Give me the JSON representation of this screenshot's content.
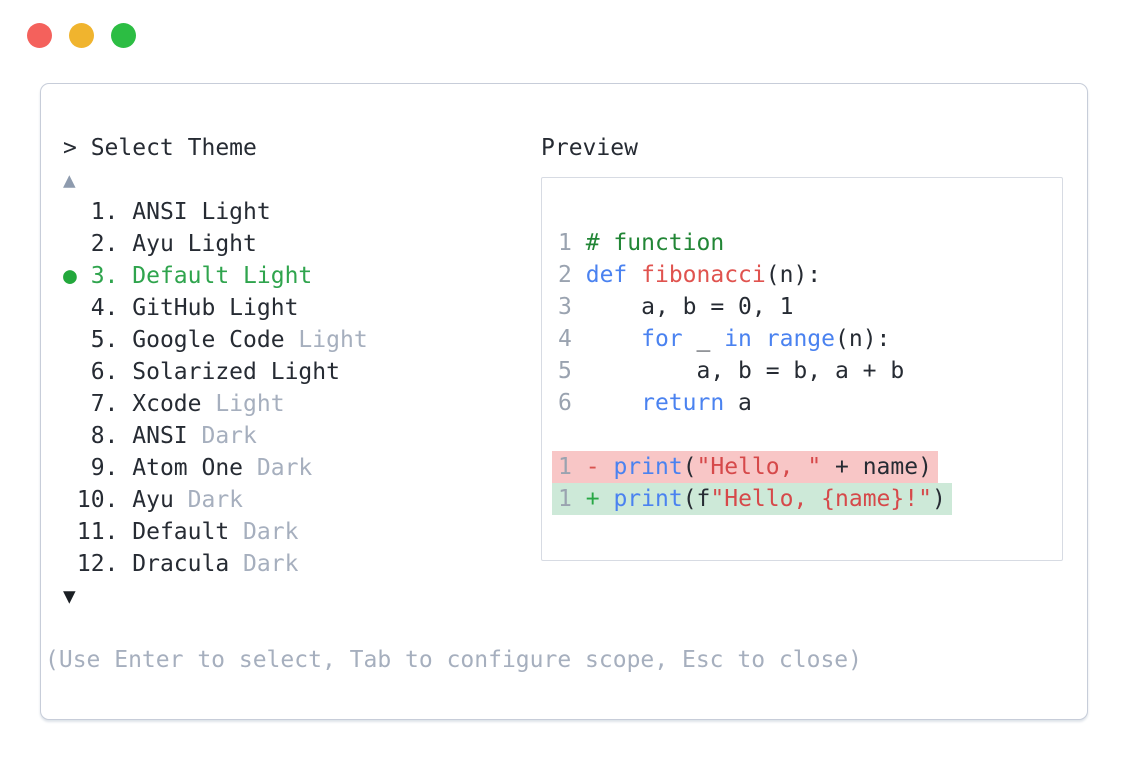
{
  "colors": {
    "traffic_red": "#f4615c",
    "traffic_yellow": "#f0b42e",
    "traffic_green": "#2cbd43",
    "text_dark": "#262b33",
    "muted": "#a6afbe",
    "line_number": "#9aa3b0",
    "arrow_up": "#8e9bae",
    "arrow_down": "#1b1f24",
    "selected_green": "#2fa44d",
    "bullet_green": "#23a83c",
    "kw_blue": "#4a82f0",
    "fn_red": "#e0534f",
    "str_red": "#d6494a",
    "comment_green": "#228636",
    "diff_del_bg": "#f8c6c6",
    "diff_add_bg": "#cde9d8",
    "diff_del_sign": "#d9534f",
    "diff_add_sign": "#28a745",
    "panel_border": "#c7cdd9",
    "box_border": "#d7dbe3"
  },
  "dialog": {
    "prompt": "> Select Theme",
    "hint": "(Use Enter to select, Tab to configure scope, Esc to close)",
    "scroll_up_glyph": "▲",
    "scroll_down_glyph": "▼",
    "selected_bullet": "●"
  },
  "theme_list": {
    "items": [
      {
        "num": "1",
        "name": "ANSI Light"
      },
      {
        "num": "2",
        "name": "Ayu Light"
      },
      {
        "num": "3",
        "name": "Default Light",
        "selected": true
      },
      {
        "num": "4",
        "name": "GitHub Light"
      },
      {
        "num": "5",
        "name": "Google Code",
        "muted": "Light"
      },
      {
        "num": "6",
        "name": "Solarized Light"
      },
      {
        "num": "7",
        "name": "Xcode",
        "muted": "Light"
      },
      {
        "num": "8",
        "name": "ANSI",
        "muted": "Dark"
      },
      {
        "num": "9",
        "name": "Atom One",
        "muted": "Dark"
      },
      {
        "num": "10",
        "name": "Ayu",
        "muted": "Dark"
      },
      {
        "num": "11",
        "name": "Default",
        "muted": "Dark"
      },
      {
        "num": "12",
        "name": "Dracula",
        "muted": "Dark"
      }
    ]
  },
  "preview": {
    "label": "Preview",
    "lines": [
      {
        "n": "1",
        "segs": [
          [
            "# function",
            "c-comment"
          ]
        ]
      },
      {
        "n": "2",
        "segs": [
          [
            "def",
            "c-kw"
          ],
          [
            " ",
            ""
          ],
          [
            "fibonacci",
            "c-fn"
          ],
          [
            "(n):",
            ""
          ]
        ]
      },
      {
        "n": "3",
        "segs": [
          [
            "    a, b = 0, 1",
            ""
          ]
        ]
      },
      {
        "n": "4",
        "segs": [
          [
            "    ",
            ""
          ],
          [
            "for",
            "c-kw"
          ],
          [
            " _ ",
            ""
          ],
          [
            "in",
            "c-kw"
          ],
          [
            " ",
            ""
          ],
          [
            "range",
            "c-kw"
          ],
          [
            "(n):",
            ""
          ]
        ]
      },
      {
        "n": "5",
        "segs": [
          [
            "        a, b = b, a + b",
            ""
          ]
        ]
      },
      {
        "n": "6",
        "segs": [
          [
            "    ",
            ""
          ],
          [
            "return",
            "c-kw"
          ],
          [
            " a",
            ""
          ]
        ]
      },
      {
        "n": "",
        "segs": []
      },
      {
        "n": "1",
        "diff": "del",
        "segs": [
          [
            "-",
            "c-del"
          ],
          [
            " ",
            ""
          ],
          [
            "print",
            "c-kw"
          ],
          [
            "(",
            ""
          ],
          [
            "\"Hello, \"",
            "c-str"
          ],
          [
            " + name",
            ""
          ],
          [
            ")",
            ""
          ]
        ]
      },
      {
        "n": "1",
        "diff": "add",
        "segs": [
          [
            "+",
            "c-add"
          ],
          [
            " ",
            ""
          ],
          [
            "print",
            "c-kw"
          ],
          [
            "(f",
            ""
          ],
          [
            "\"Hello, {name}!\"",
            "c-str"
          ],
          [
            ")",
            ""
          ]
        ]
      }
    ]
  }
}
